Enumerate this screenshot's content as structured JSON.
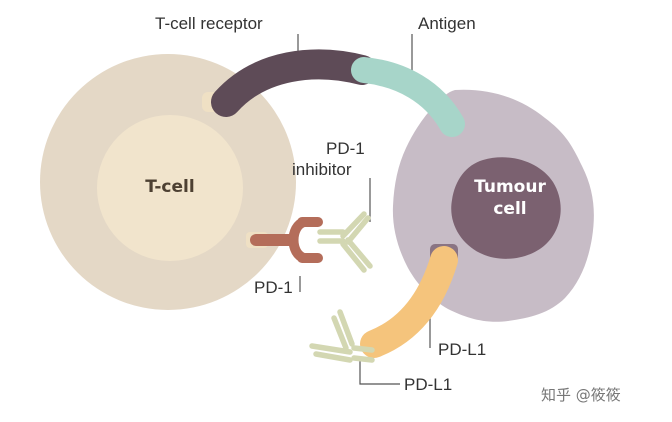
{
  "diagram": {
    "labels": {
      "tcell_receptor": "T-cell receptor",
      "antigen": "Antigen",
      "pd1_inhibitor_line1": "PD-1",
      "pd1_inhibitor_line2": "inhibitor",
      "tcell": "T-cell",
      "tumour_line1": "Tumour",
      "tumour_line2": "cell",
      "pd1": "PD-1",
      "pdl1_receptor": "PD-L1",
      "pdl1_inhibitor": "PD-L1"
    },
    "watermark": "知乎 @筱筱",
    "colors": {
      "tcell_outer": "#e4d8c6",
      "tcell_inner": "#f1e4cc",
      "tumour_outer": "#c7bcc6",
      "tumour_nucleus": "#7b6170",
      "receptor": "#5e4b57",
      "antigen": "#a7d5c9",
      "pd1": "#b46d5a",
      "pdl1": "#f5c47c",
      "antibody": "#d3d7b2"
    }
  }
}
